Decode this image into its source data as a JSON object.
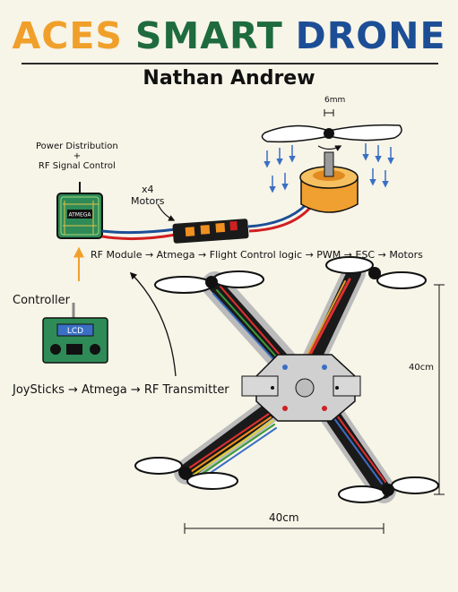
{
  "title": {
    "word1": "ACES",
    "word2": "SMART",
    "word3": "DRONE"
  },
  "author": "Nathan Andrew",
  "labels": {
    "power_distribution": "Power Distribution",
    "plus": "+",
    "rf_signal": "RF Signal Control",
    "motor_count": "x4",
    "motors": "Motors",
    "flow": "RF Module → Atmega → Flight Control logic → PWM → ESC → Motors",
    "controller": "Controller",
    "joystick_flow": "JoySticks → Atmega → RF Transmitter",
    "chip": "ATMEGA",
    "lcd": "LCD",
    "shaft_dim": "6mm",
    "height_dim": "40cm",
    "width_dim": "40cm"
  },
  "colors": {
    "title_orange": "#f0a02a",
    "title_green": "#1e6b3e",
    "title_blue": "#1c4e96",
    "board_green": "#2e8b57",
    "motor_orange": "#f0a030",
    "airflow_blue": "#3a6fc4"
  }
}
